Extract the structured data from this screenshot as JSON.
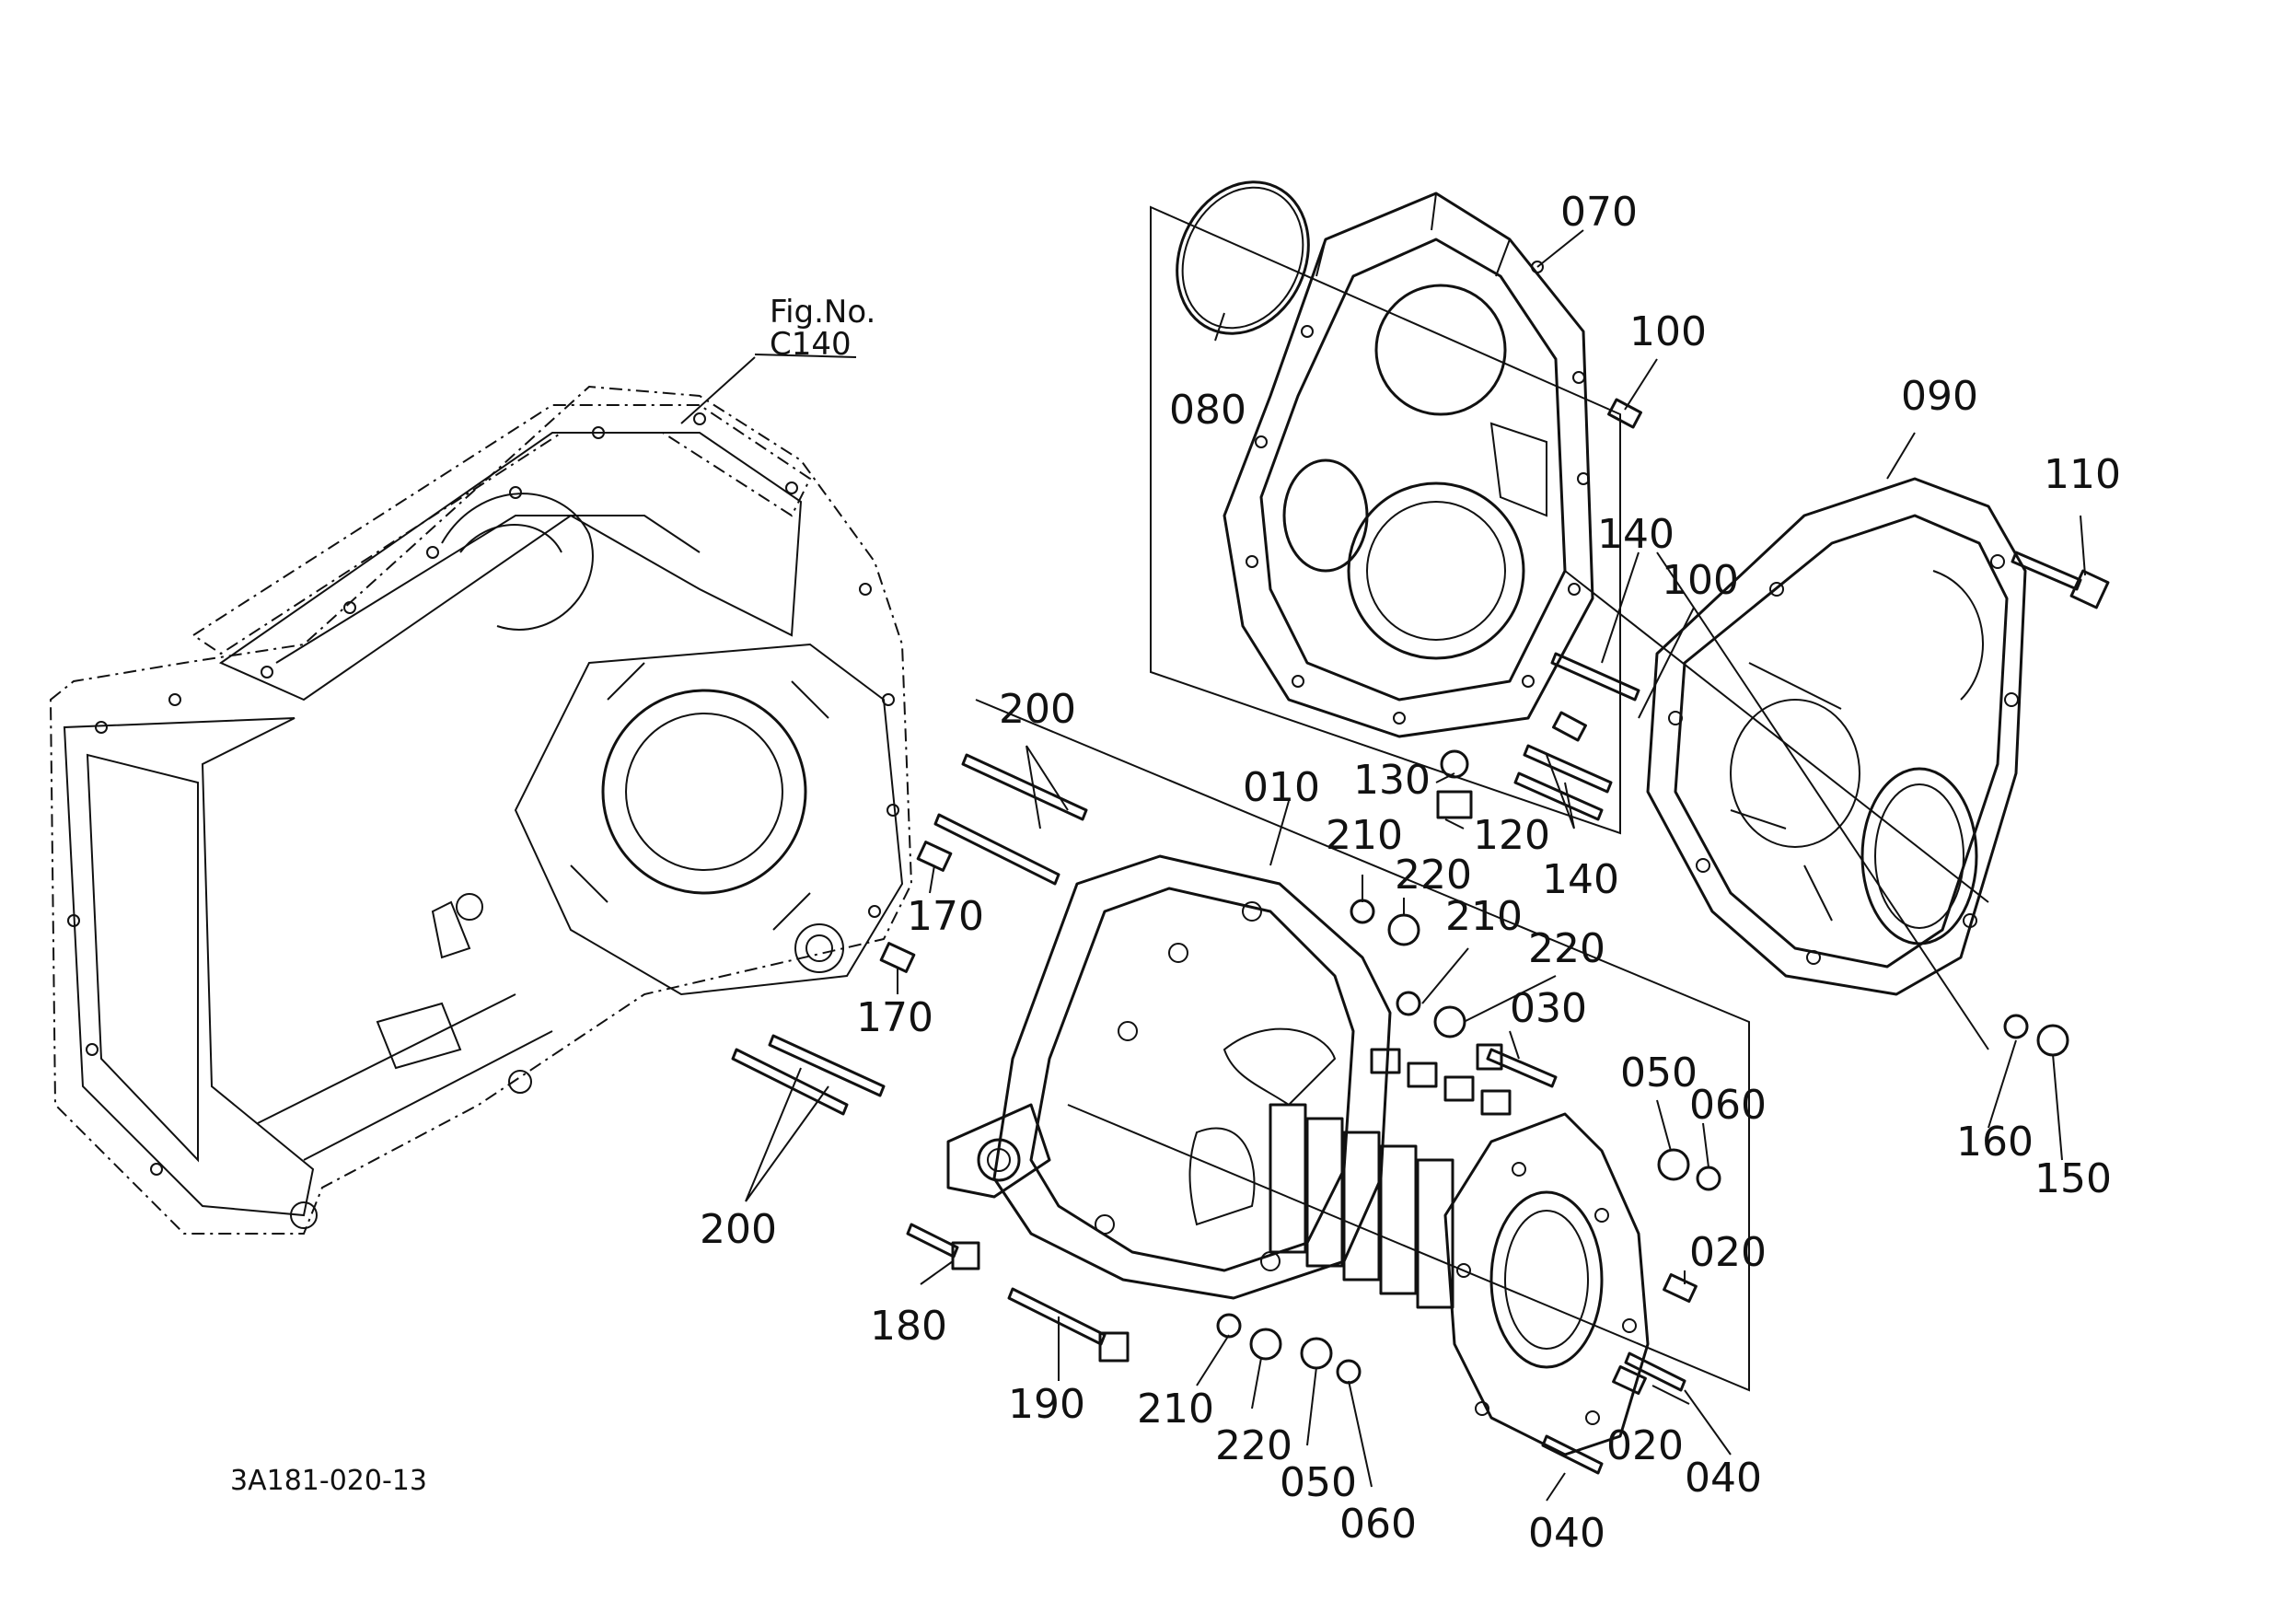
{
  "figure_ref": {
    "line1": "Fig.No.",
    "line2": "C140"
  },
  "drawing_number": "3A181-020-13",
  "callouts": {
    "c010": "010",
    "c020a": "020",
    "c020b": "020",
    "c030": "030",
    "c040a": "040",
    "c040b": "040",
    "c050a": "050",
    "c050b": "050",
    "c060a": "060",
    "c060b": "060",
    "c070": "070",
    "c080": "080",
    "c090": "090",
    "c100a": "100",
    "c100b": "100",
    "c110": "110",
    "c120": "120",
    "c130": "130",
    "c140a": "140",
    "c140b": "140",
    "c150": "150",
    "c160": "160",
    "c170a": "170",
    "c170b": "170",
    "c180": "180",
    "c190": "190",
    "c200a": "200",
    "c200b": "200",
    "c210a": "210",
    "c210b": "210",
    "c210c": "210",
    "c220a": "220",
    "c220b": "220",
    "c220c": "220"
  }
}
